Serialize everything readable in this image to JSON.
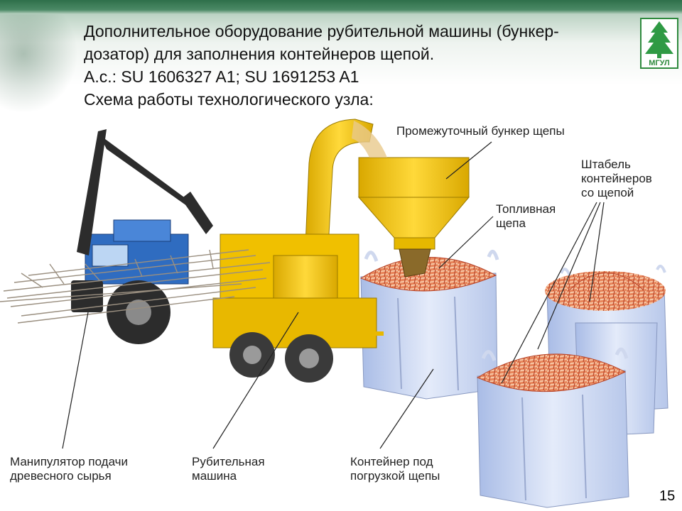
{
  "header": {
    "line1": "Дополнительное оборудование рубительной машины (бункер-",
    "line2": "дозатор) для заполнения контейнеров щепой.",
    "line3": "А.с.: SU 1606327 A1; SU 1691253 A1",
    "line4": "Схема работы технологического узла:"
  },
  "logo": {
    "text": "МГУЛ"
  },
  "labels": {
    "hopper": "Промежуточный бункер щепы",
    "stack": [
      "Штабель",
      "контейнеров",
      "со щепой"
    ],
    "fuel_chips": [
      "Топливная",
      "щепа"
    ],
    "manipulator": [
      "Манипулятор подачи",
      "древесного сырья"
    ],
    "chipper": [
      "Рубительная",
      "машина"
    ],
    "container": [
      "Контейнер под",
      "погрузкой щепы"
    ]
  },
  "page_number": "15",
  "colors": {
    "header_green": "#2e6f4a",
    "machine_yellow": "#f2c200",
    "tractor_blue": "#2f6cc0",
    "chips_orange": "#e0704a",
    "bag_blue": "#c9d6f0"
  }
}
